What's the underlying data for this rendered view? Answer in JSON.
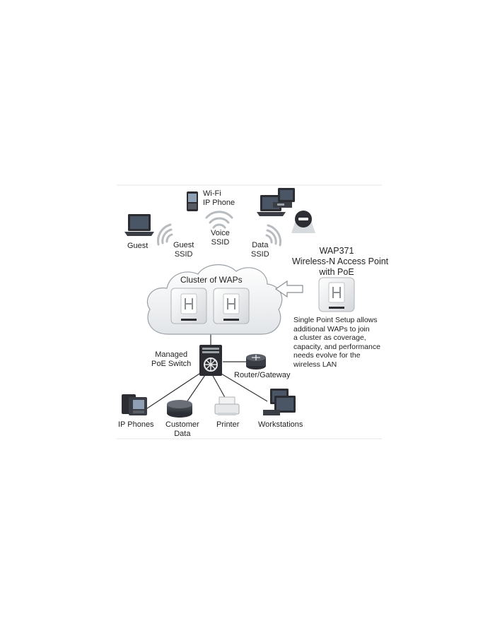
{
  "labels": {
    "wifi_phone": [
      "Wi-Fi",
      "IP Phone"
    ],
    "guest": "Guest",
    "guest_ssid": [
      "Guest",
      "SSID"
    ],
    "voice_ssid": [
      "Voice",
      "SSID"
    ],
    "data_ssid": [
      "Data",
      "SSID"
    ],
    "cluster": "Cluster of WAPs",
    "product_title": [
      "WAP371",
      "Wireless-N Access Point",
      "with PoE"
    ],
    "description": [
      "Single Point Setup allows",
      "additional WAPs to join",
      "a cluster as coverage,",
      "capacity, and performance",
      "needs evolve for the",
      "wireless LAN"
    ],
    "switch": [
      "Managed",
      "PoE Switch"
    ],
    "router": "Router/Gateway",
    "ip_phones": "IP Phones",
    "customer_data": [
      "Customer",
      "Data"
    ],
    "printer": "Printer",
    "workstations": "Workstations"
  },
  "colors": {
    "cloud_fill": "#eef0f2",
    "cloud_stroke": "#9aa0a6",
    "device_dark": "#2b2d33",
    "device_screen": "#4a5566",
    "wave": "#b8bcc0",
    "line": "#333333",
    "arrow": "#8a8f94"
  }
}
